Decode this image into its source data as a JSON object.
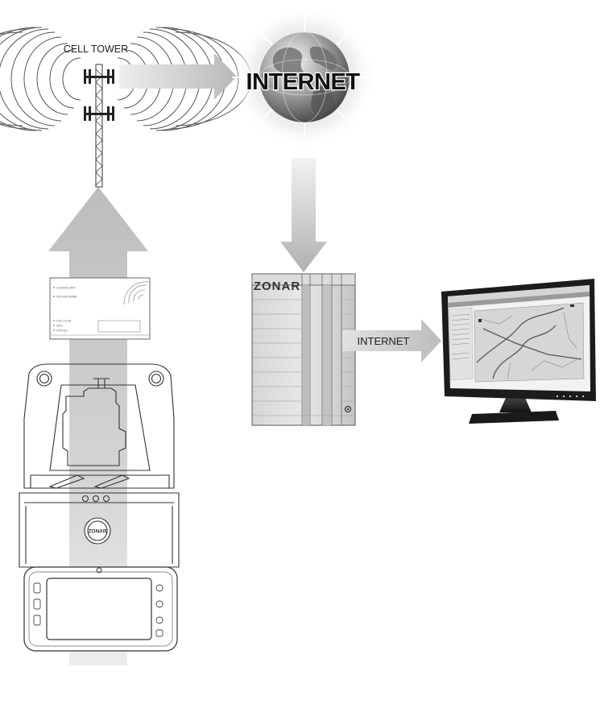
{
  "labels": {
    "cell_tower": "CELL TOWER",
    "internet_globe": "INTERNET",
    "internet_link": "INTERNET",
    "server_brand": "ZONAR",
    "vehicle_logo": "ZONAR"
  },
  "gateway_labels": [
    "CHASSIS ANT",
    "GPS ANTENNA",
    "CELLULAR",
    "GPS",
    "STATUS"
  ],
  "colors": {
    "arrow_gray": "#c8c8c8",
    "line_dark": "#333333",
    "background": "#ffffff"
  },
  "icons": {
    "tower": "cell-tower-icon",
    "globe": "globe-icon",
    "server": "server-rack-icon",
    "monitor": "computer-monitor-icon",
    "gateway": "telematics-gateway-icon",
    "tablet": "tablet-device-icon",
    "vehicle": "vehicle-cab-icon"
  }
}
